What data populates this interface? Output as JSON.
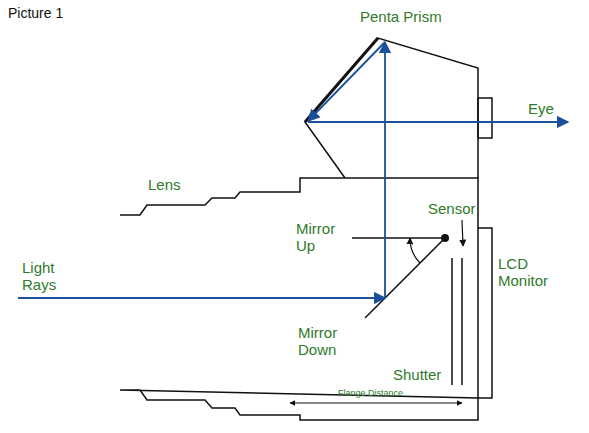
{
  "diagram": {
    "title": "Picture 1",
    "labels": [
      "Penta Prism",
      "Eye",
      "Lens",
      "Mirror Up",
      "Sensor",
      "LCD Monitor",
      "Light Rays",
      "Mirror Down",
      "Shutter",
      "Flange Distance"
    ]
  }
}
